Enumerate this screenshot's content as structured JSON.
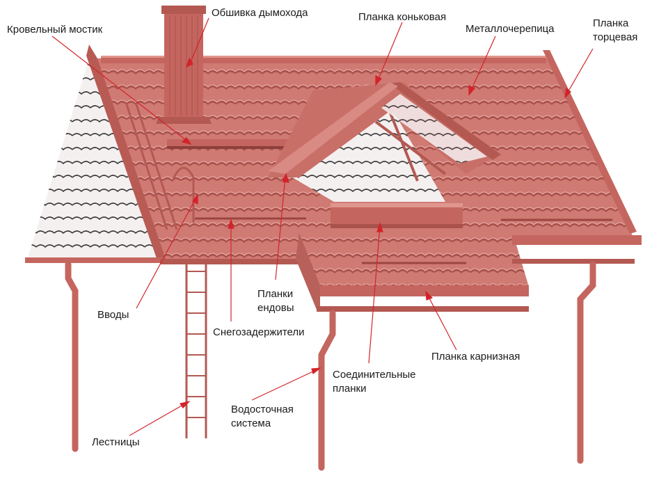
{
  "colors": {
    "roof_main": "#cf7a73",
    "roof_light": "#e3a39c",
    "roof_dark": "#a9524b",
    "roof_shadow": "#8e3f3a",
    "roof_inner_white": "#f4eeee",
    "pointer": "#d3232a"
  },
  "labels": {
    "chimney_flashing": "Обшивка дымохода",
    "roof_bridge": "Кровельный мостик",
    "ridge_strip": "Планка коньковая",
    "metal_tile": "Металлочерепица",
    "end_strip": "Планка\nторцевая",
    "valley_strips": "Планки\nендовы",
    "inlets": "Вводы",
    "snow_guards": "Снегозадержители",
    "eaves_strip": "Планка карнизная",
    "connecting_strips": "Соединительные\nпланки",
    "drainage_system": "Водосточная\nсистема",
    "ladders": "Лестницы"
  }
}
